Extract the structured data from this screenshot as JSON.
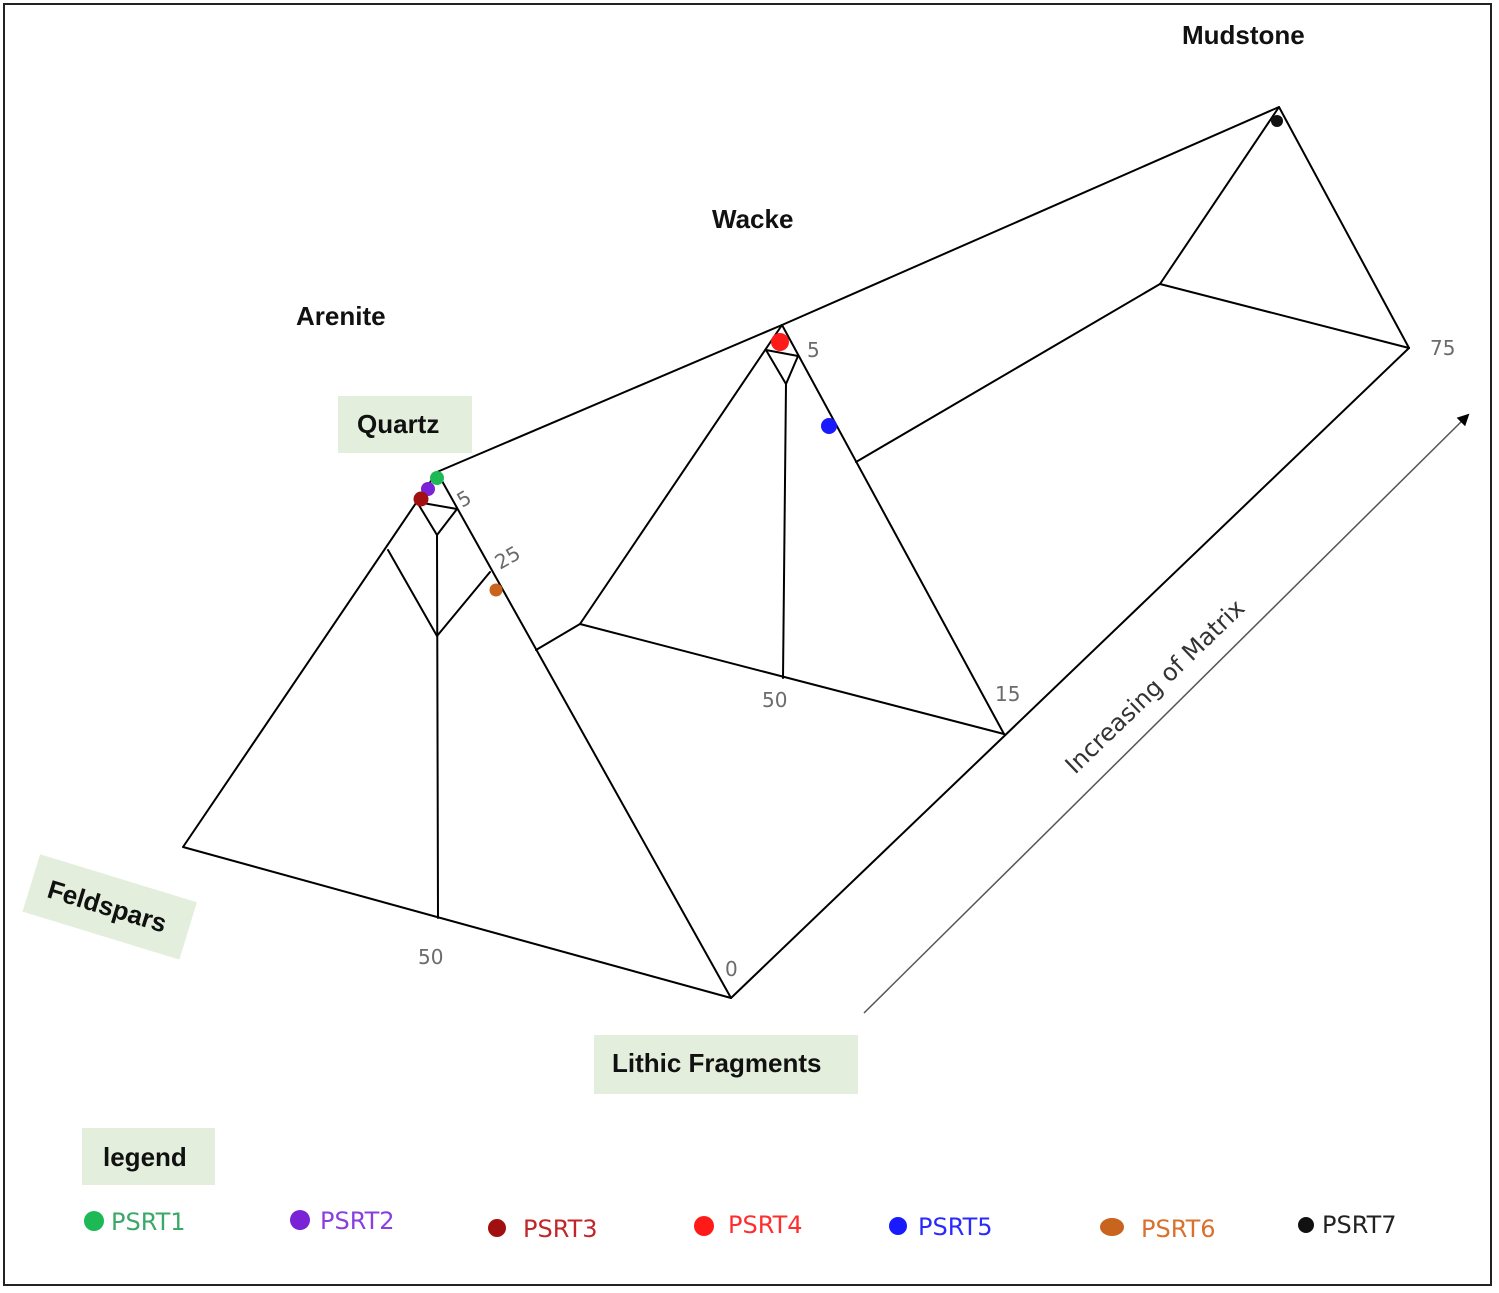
{
  "labels": {
    "mudstone": "Mudstone",
    "wacke": "Wacke",
    "arenite": "Arenite",
    "quartz": "Quartz",
    "feldspars": "Feldspars",
    "lithic": "Lithic Fragments",
    "axis": "Increasing of Matrix"
  },
  "ticks": {
    "t0": "0",
    "t15": "15",
    "t75": "75",
    "front_5": "5",
    "front_25": "25",
    "front_50": "50",
    "mid_5": "5",
    "mid_50": "50"
  },
  "legend": {
    "title": "legend",
    "items": [
      {
        "label": "PSRT1",
        "color": "#1db954"
      },
      {
        "label": "PSRT2",
        "color": "#7a22d6"
      },
      {
        "label": "PSRT3",
        "color": "#a01010"
      },
      {
        "label": "PSRT4",
        "color": "#ff1a1a"
      },
      {
        "label": "PSRT5",
        "color": "#1a1aff"
      },
      {
        "label": "PSRT6",
        "color": "#c8641e"
      },
      {
        "label": "PSRT7",
        "color": "#111111"
      }
    ]
  },
  "colors": {
    "box_fill": "#e3efdc",
    "text_colors": [
      "#3aa866",
      "#8a3ee0",
      "#c0262a",
      "#ff2d2d",
      "#2a2aff",
      "#d9702c",
      "#222222"
    ]
  }
}
